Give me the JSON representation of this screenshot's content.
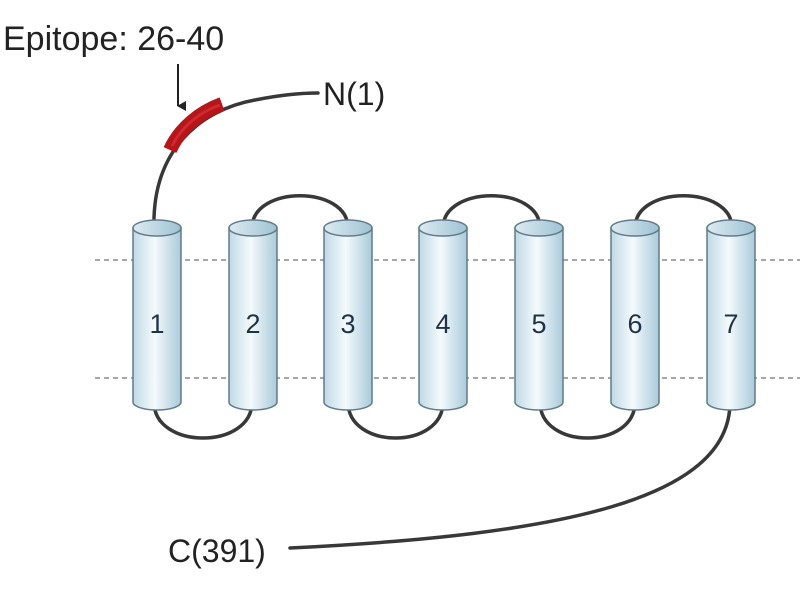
{
  "epitope_label": "Epitope: 26-40",
  "n_terminus_label": "N(1)",
  "c_terminus_label": "C(391)",
  "helices": [
    "1",
    "2",
    "3",
    "4",
    "5",
    "6",
    "7"
  ],
  "colors": {
    "epitope": "#b81419",
    "helix_fill_light": "#f4fafd",
    "helix_fill_dark": "#a9cad9",
    "helix_stroke": "#607b8a",
    "chain": "#383838",
    "membrane": "#8a8a8a"
  }
}
